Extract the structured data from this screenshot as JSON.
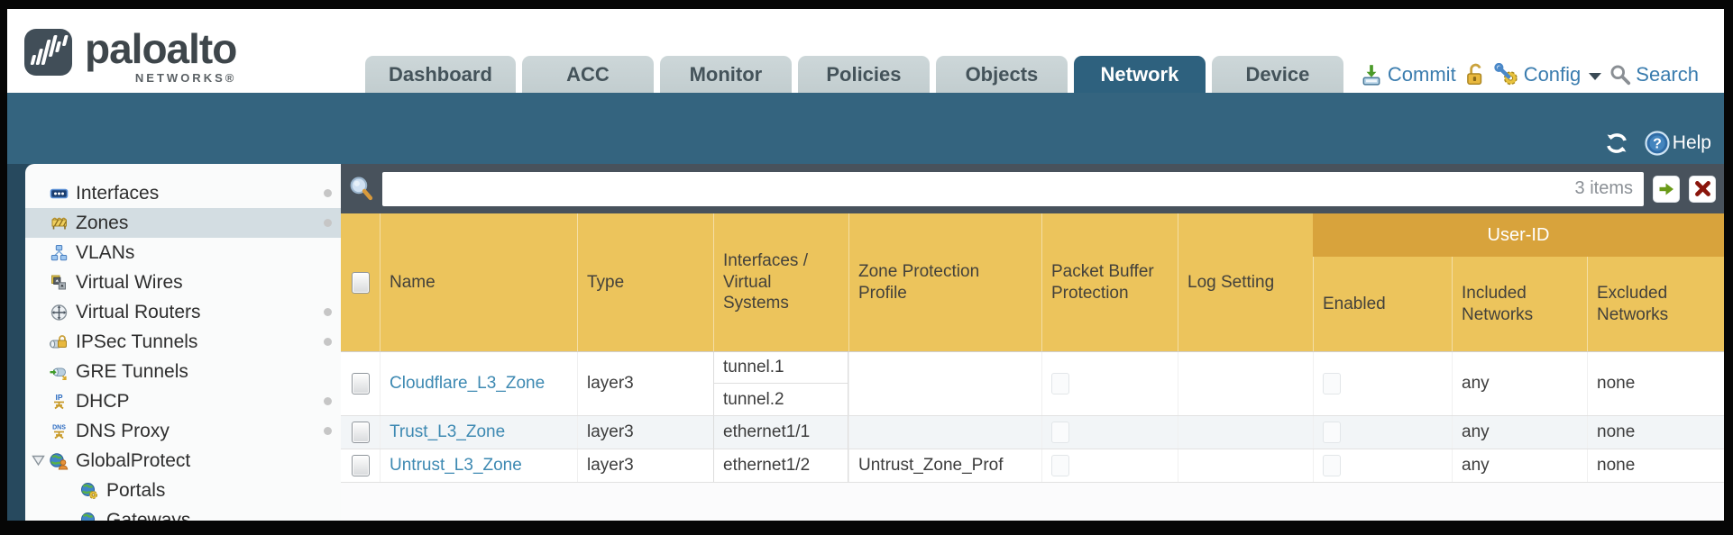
{
  "brand": {
    "name": "paloalto",
    "sub": "NETWORKS®",
    "logo_icon": "paloalto-logo-icon"
  },
  "nav": {
    "tabs": [
      {
        "label": "Dashboard",
        "active": false
      },
      {
        "label": "ACC",
        "active": false
      },
      {
        "label": "Monitor",
        "active": false
      },
      {
        "label": "Policies",
        "active": false
      },
      {
        "label": "Objects",
        "active": false
      },
      {
        "label": "Network",
        "active": true
      },
      {
        "label": "Device",
        "active": false
      }
    ]
  },
  "utilities": {
    "commit_label": "Commit",
    "commit_icon": "commit-icon",
    "lock_icon": "unlock-icon",
    "config_label": "Config",
    "config_icon": "config-gear-wrench-icon",
    "caret_icon": "caret-down-icon",
    "search_label": "Search",
    "search_icon": "search-icon"
  },
  "band": {
    "refresh_icon": "refresh-icon",
    "help_icon": "help-icon",
    "help_label": "Help"
  },
  "sidebar": {
    "items": [
      {
        "label": "Interfaces",
        "icon": "interfaces-icon",
        "selected": false,
        "dot": true
      },
      {
        "label": "Zones",
        "icon": "zones-icon",
        "selected": true,
        "dot": true
      },
      {
        "label": "VLANs",
        "icon": "vlans-icon",
        "selected": false,
        "dot": false
      },
      {
        "label": "Virtual Wires",
        "icon": "virtual-wires-icon",
        "selected": false,
        "dot": false
      },
      {
        "label": "Virtual Routers",
        "icon": "virtual-routers-icon",
        "selected": false,
        "dot": true
      },
      {
        "label": "IPSec Tunnels",
        "icon": "ipsec-tunnels-icon",
        "selected": false,
        "dot": true
      },
      {
        "label": "GRE Tunnels",
        "icon": "gre-tunnels-icon",
        "selected": false,
        "dot": false
      },
      {
        "label": "DHCP",
        "icon": "dhcp-icon",
        "selected": false,
        "dot": true
      },
      {
        "label": "DNS Proxy",
        "icon": "dns-proxy-icon",
        "selected": false,
        "dot": true
      },
      {
        "label": "GlobalProtect",
        "icon": "globalprotect-icon",
        "selected": false,
        "dot": false,
        "expanded": true
      },
      {
        "label": "Portals",
        "icon": "portals-icon",
        "selected": false,
        "dot": false,
        "indent": 1
      },
      {
        "label": "Gateways",
        "icon": "gateways-icon",
        "selected": false,
        "dot": false,
        "indent": 1
      }
    ]
  },
  "filter": {
    "icon": "magnifier-icon",
    "value": "",
    "count": "3 items",
    "apply_icon": "apply-arrow-icon",
    "clear_icon": "clear-x-icon"
  },
  "table": {
    "group_header": "User-ID",
    "columns": [
      {
        "key": "select",
        "label": ""
      },
      {
        "key": "name",
        "label": "Name"
      },
      {
        "key": "type",
        "label": "Type"
      },
      {
        "key": "interfaces",
        "label": "Interfaces / Virtual Systems"
      },
      {
        "key": "zone_protection_profile",
        "label": "Zone Protection Profile"
      },
      {
        "key": "packet_buffer_protection",
        "label": "Packet Buffer Protection"
      },
      {
        "key": "log_setting",
        "label": "Log Setting"
      },
      {
        "key": "enabled",
        "label": "Enabled",
        "group": "User-ID"
      },
      {
        "key": "included_networks",
        "label": "Included Networks",
        "group": "User-ID"
      },
      {
        "key": "excluded_networks",
        "label": "Excluded Networks",
        "group": "User-ID"
      }
    ],
    "rows": [
      {
        "selected": false,
        "name": "Cloudflare_L3_Zone",
        "type": "layer3",
        "interfaces": [
          "tunnel.1",
          "tunnel.2"
        ],
        "zone_protection_profile": "",
        "packet_buffer_protection": false,
        "log_setting": "",
        "enabled": false,
        "included_networks": "any",
        "excluded_networks": "none"
      },
      {
        "selected": false,
        "name": "Trust_L3_Zone",
        "type": "layer3",
        "interfaces": [
          "ethernet1/1"
        ],
        "zone_protection_profile": "",
        "packet_buffer_protection": false,
        "log_setting": "",
        "enabled": false,
        "included_networks": "any",
        "excluded_networks": "none"
      },
      {
        "selected": false,
        "name": "Untrust_L3_Zone",
        "type": "layer3",
        "interfaces": [
          "ethernet1/2"
        ],
        "zone_protection_profile": "Untrust_Zone_Prof",
        "packet_buffer_protection": false,
        "log_setting": "",
        "enabled": false,
        "included_networks": "any",
        "excluded_networks": "none"
      }
    ]
  },
  "colors": {
    "band_teal": "#34647f",
    "active_tab": "#2e617e",
    "header_gold": "#ecc45c",
    "group_gold": "#d8a33c",
    "filter_slate": "#48525c",
    "link_blue": "#3d89b2",
    "utility_blue": "#3a7cae",
    "selected_item": "#d3dde2",
    "alt_row": "#f2f5f7"
  }
}
